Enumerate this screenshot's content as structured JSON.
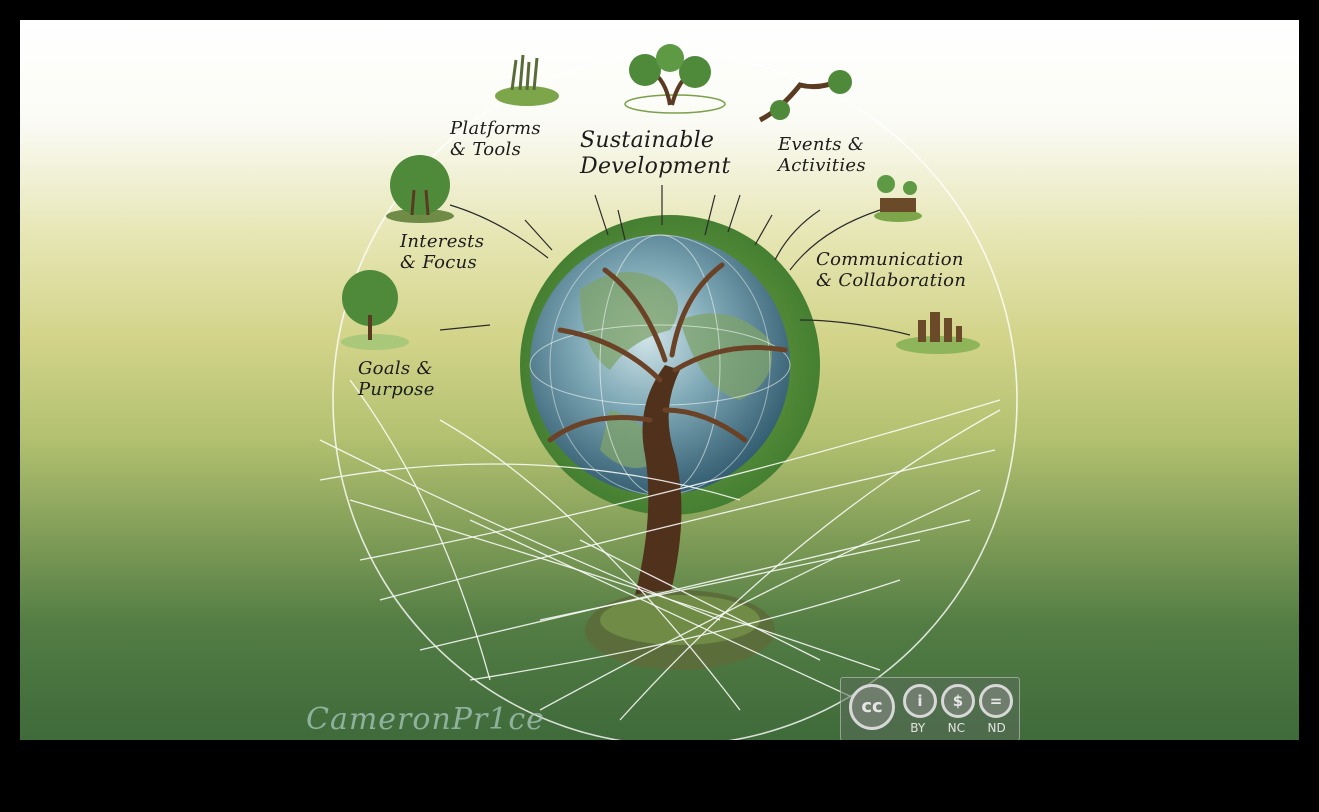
{
  "diagram": {
    "center_title": [
      "Sustainable",
      "Development"
    ],
    "nodes": [
      {
        "id": "platforms",
        "lines": [
          "Platforms",
          "& Tools"
        ]
      },
      {
        "id": "events",
        "lines": [
          "Events &",
          "Activities"
        ]
      },
      {
        "id": "interests",
        "lines": [
          "Interests",
          "& Focus"
        ]
      },
      {
        "id": "communication",
        "lines": [
          "Communication",
          "& Collaboration"
        ]
      },
      {
        "id": "goals",
        "lines": [
          "Goals &",
          "Purpose"
        ]
      }
    ]
  },
  "watermark": "CameronPr1ce",
  "license": {
    "symbols": [
      "cc",
      "i",
      "$",
      "="
    ],
    "tags": [
      "BY",
      "NC",
      "ND"
    ]
  },
  "colors": {
    "sky": "#ffffff",
    "meadow": "#d3d48a",
    "forest": "#3f6a3a",
    "web": "#ffffff",
    "foliage": "#4f8a3a",
    "trunk": "#5b3a22",
    "globe": "#4d7f95"
  }
}
